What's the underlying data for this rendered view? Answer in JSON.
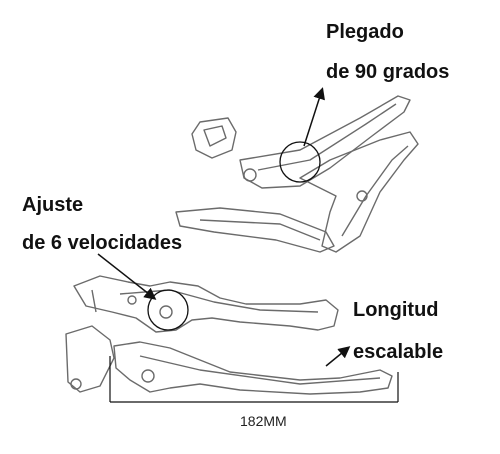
{
  "labels": {
    "folded_line1": "Plegado",
    "folded_line2": "de 90 grados",
    "adjust_line1": "Ajuste",
    "adjust_line2": "de 6 velocidades",
    "length_line1": "Longitud",
    "length_line2": "escalable"
  },
  "dimension": {
    "text": "182MM"
  },
  "colors": {
    "ink": "#111111",
    "line_art": "#6b6b6b",
    "background": "#ffffff"
  }
}
